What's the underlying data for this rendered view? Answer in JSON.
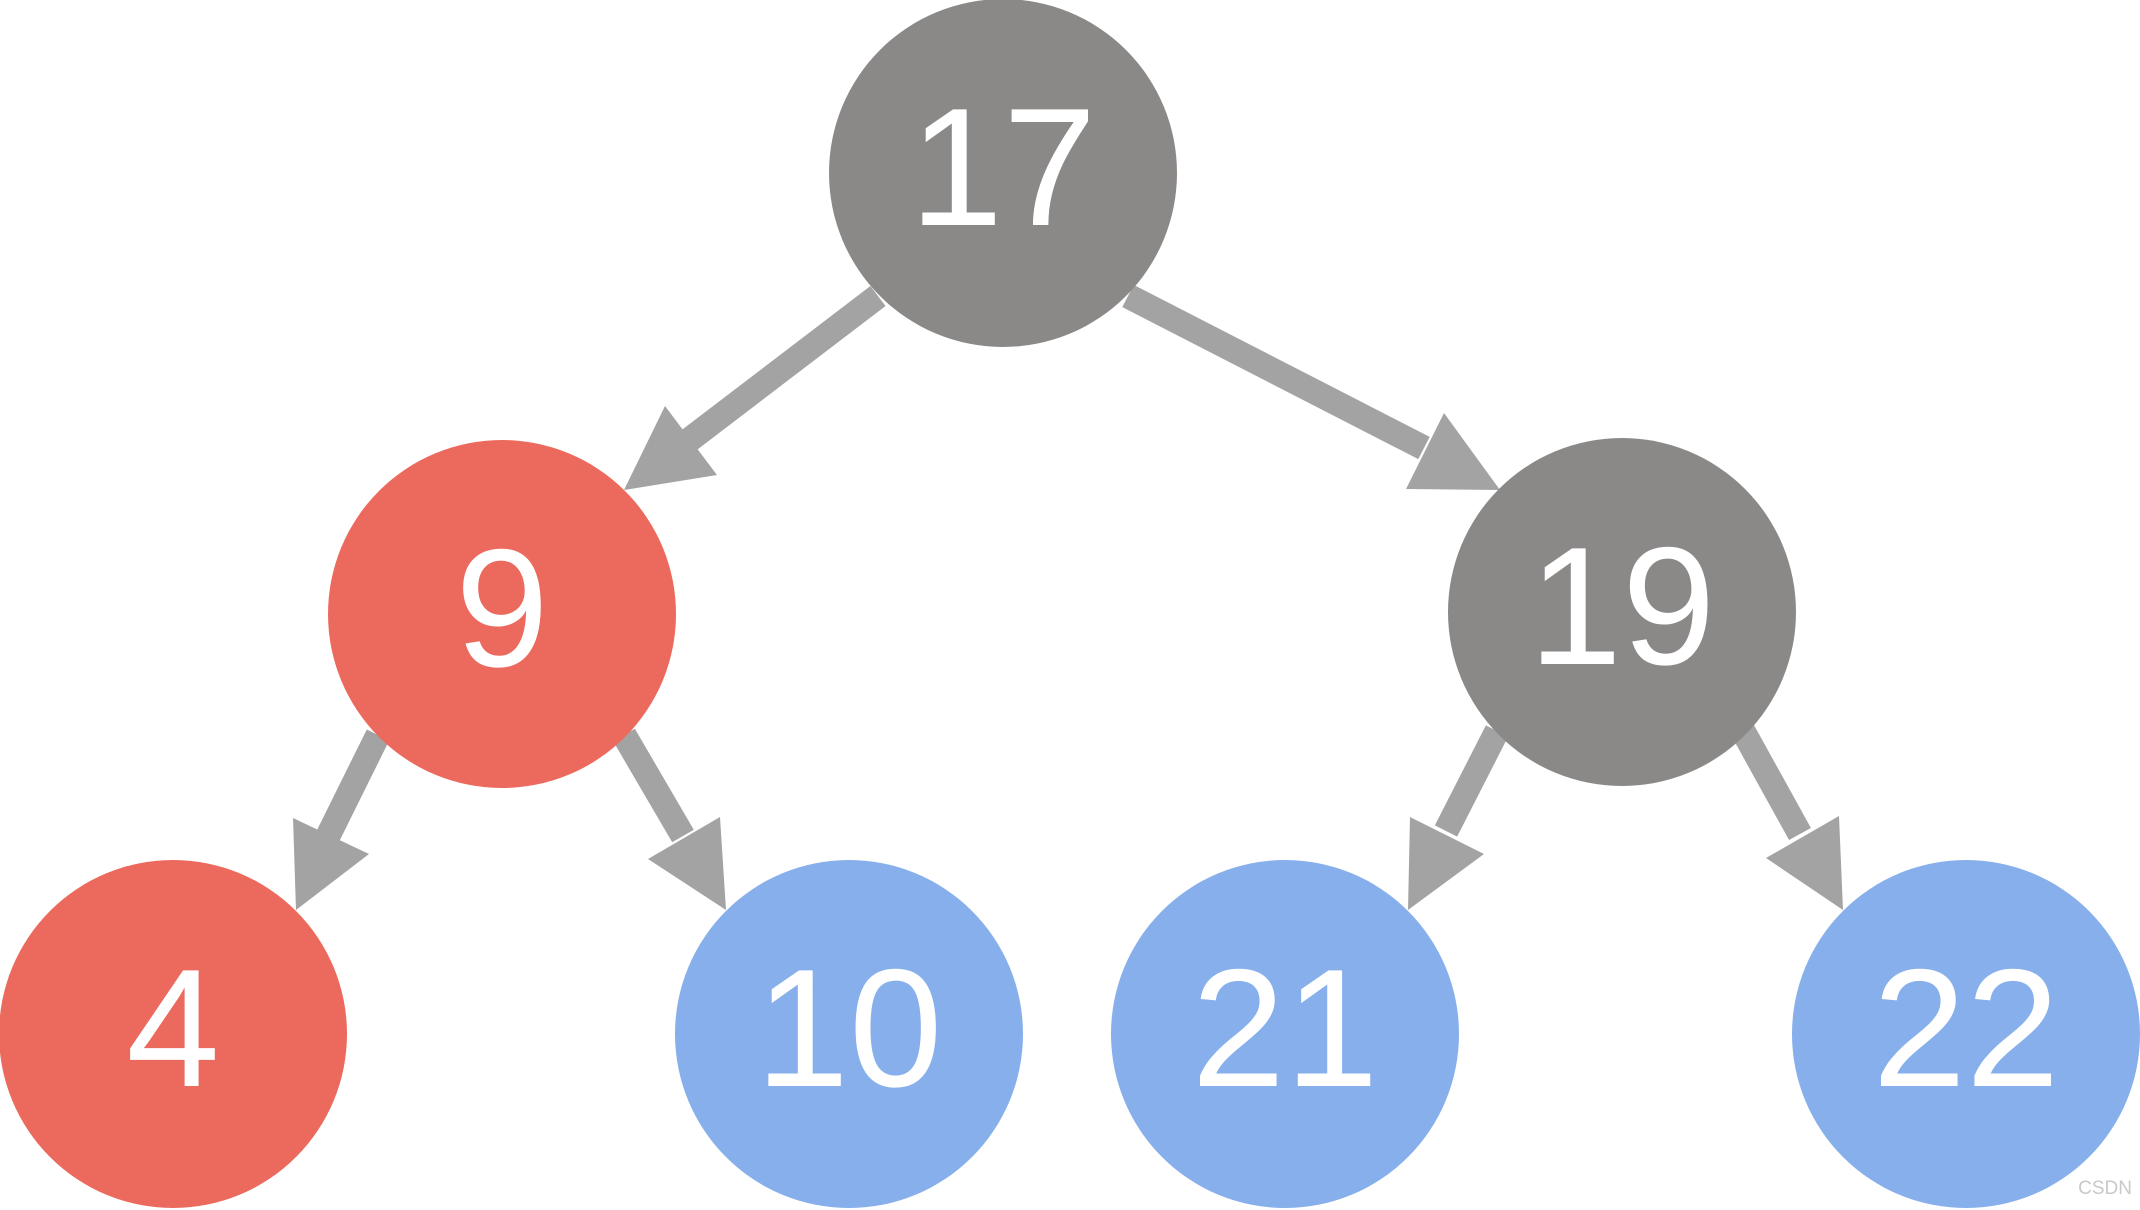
{
  "colors": {
    "gray_node": "#8b8888",
    "red_node": "#ec6a5d",
    "blue_node": "#86afeb",
    "edge": "#a4a3a4",
    "label": "#ffffff"
  },
  "nodes": {
    "n17": {
      "label": "17",
      "color": "gray"
    },
    "n9": {
      "label": "9",
      "color": "red"
    },
    "n19": {
      "label": "19",
      "color": "gray"
    },
    "n4": {
      "label": "4",
      "color": "red"
    },
    "n10": {
      "label": "10",
      "color": "blue"
    },
    "n21": {
      "label": "21",
      "color": "blue"
    },
    "n22": {
      "label": "22",
      "color": "blue"
    }
  },
  "edges": [
    {
      "from": "17",
      "to": "9"
    },
    {
      "from": "17",
      "to": "19"
    },
    {
      "from": "9",
      "to": "4"
    },
    {
      "from": "9",
      "to": "10"
    },
    {
      "from": "19",
      "to": "21"
    },
    {
      "from": "19",
      "to": "22"
    }
  ],
  "watermark": "CSDN"
}
